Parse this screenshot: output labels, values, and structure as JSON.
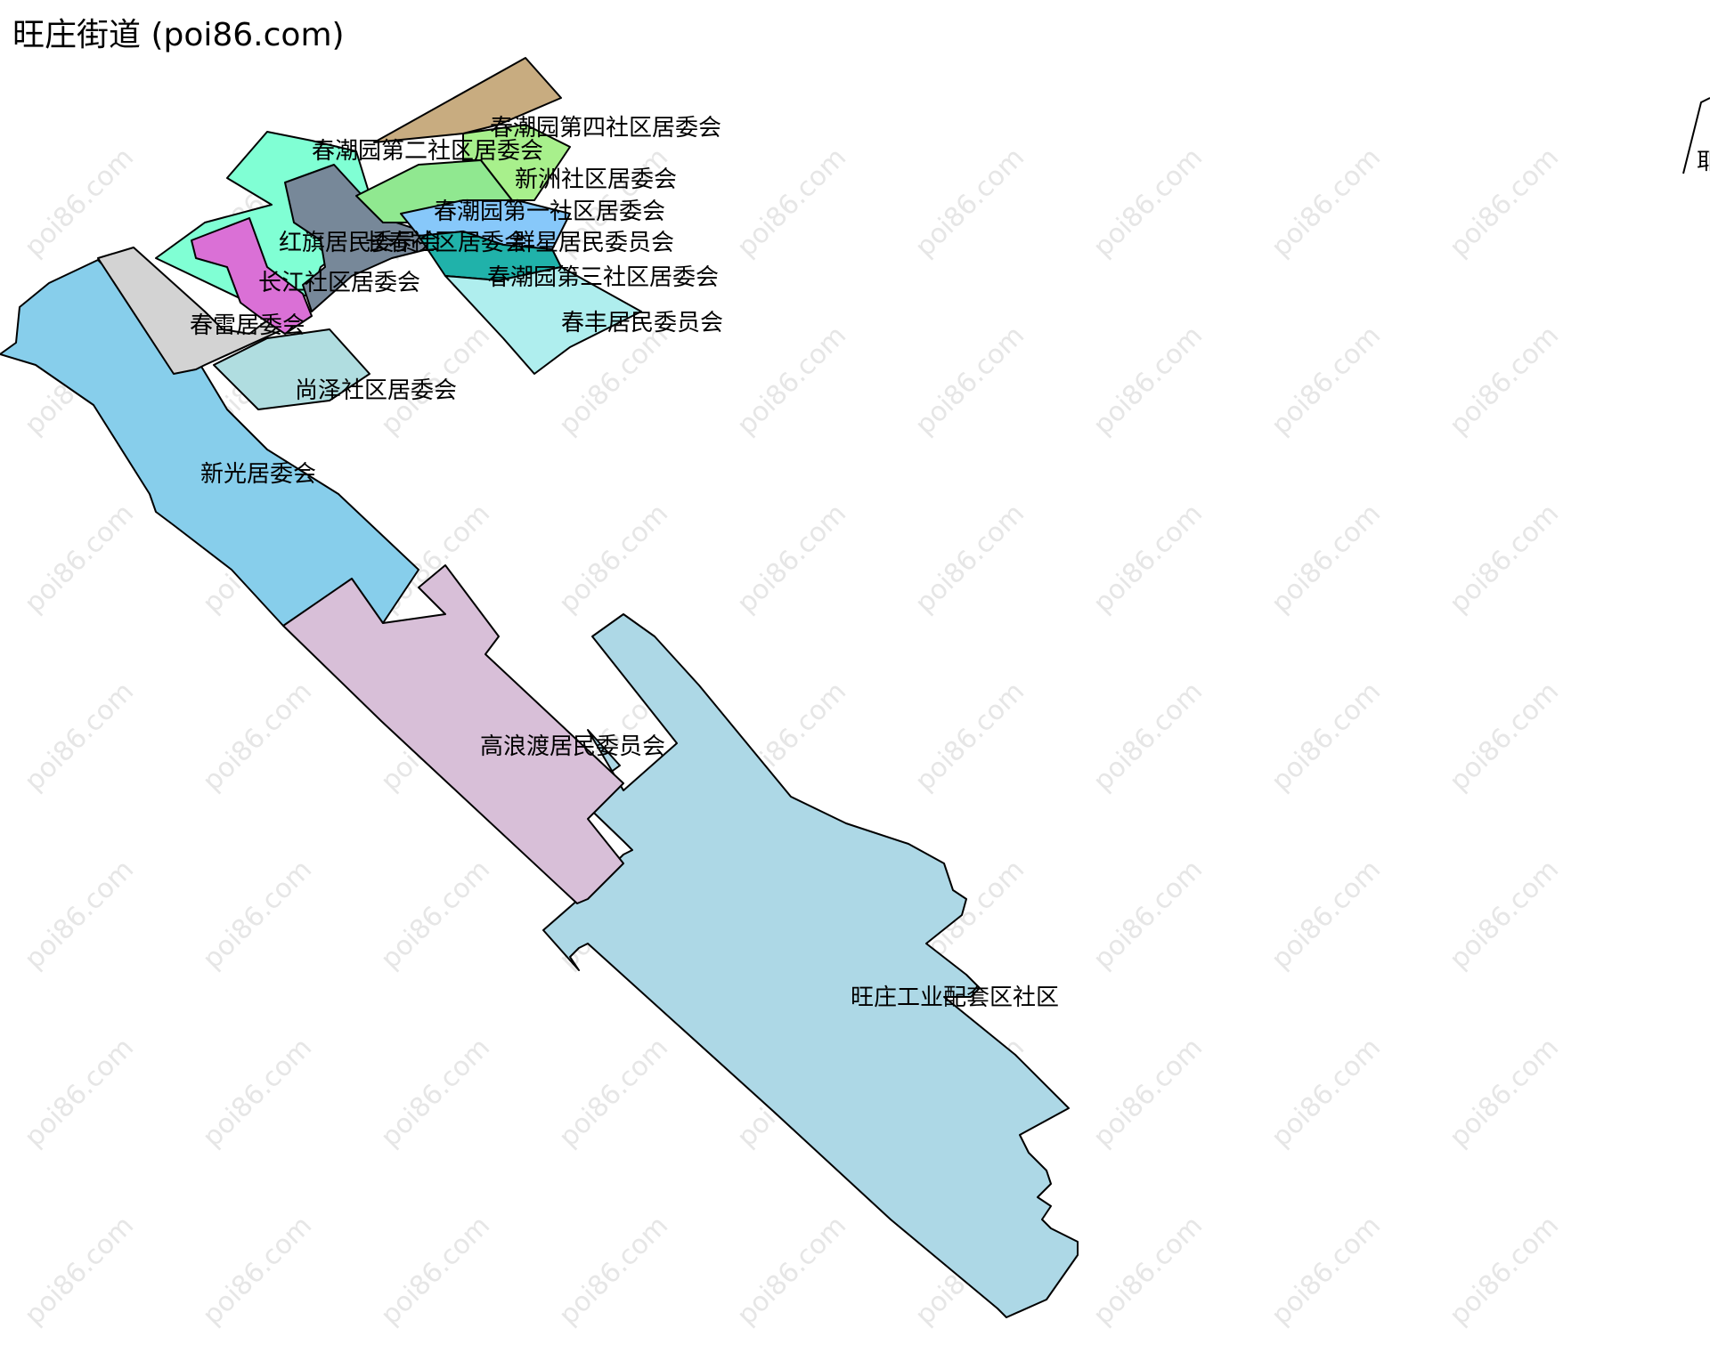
{
  "title": "旺庄街道 (poi86.com)",
  "watermark": "poi86.com",
  "colors": {
    "chunchaoyuan_4": "#c8ac80",
    "chunchaoyuan_2": "#80ffd4",
    "xinzhou": "#a8f08c",
    "chunchaoyuan_1": "#90e890",
    "gray_slate": "#778899",
    "hongqi": "#da70d6",
    "qunxing": "#87c8fa",
    "chunchaoyuan_3": "#20b2aa",
    "chunfeng": "#afeeee",
    "chunlei": "#d3d3d3",
    "shangze": "#b0dde0",
    "xinguang": "#87ceeb",
    "gaolangdu": "#d8bfd8",
    "wangzhuang_industrial": "#add8e6"
  },
  "regions": [
    {
      "id": "chunchaoyuan_4",
      "label": "春潮园第四社区居委会"
    },
    {
      "id": "chunchaoyuan_2",
      "label": "春潮园第二社区居委会"
    },
    {
      "id": "xinzhou",
      "label": "新洲社区居委会"
    },
    {
      "id": "chunchaoyuan_1",
      "label": "春潮园第一社区居委会"
    },
    {
      "id": "hongqi",
      "label": "红旗居民委员会"
    },
    {
      "id": "gray_slate",
      "label": "长春社区居委会"
    },
    {
      "id": "qunxing",
      "label": "群星居民委员会"
    },
    {
      "id": "chunchaoyuan_3",
      "label": "春潮园第三社区居委会"
    },
    {
      "id": "changjiang",
      "label": "长江社区居委会"
    },
    {
      "id": "chunfeng",
      "label": "春丰居民委员会"
    },
    {
      "id": "chunlei",
      "label": "春雷居委会"
    },
    {
      "id": "shangze",
      "label": "尚泽社区居委会"
    },
    {
      "id": "xinguang",
      "label": "新光居委会"
    },
    {
      "id": "gaolangdu",
      "label": "高浪渡居民委员会"
    },
    {
      "id": "wangzhuang_industrial",
      "label": "旺庄工业配套区社区"
    },
    {
      "id": "edge_partial",
      "label": "耶"
    }
  ]
}
